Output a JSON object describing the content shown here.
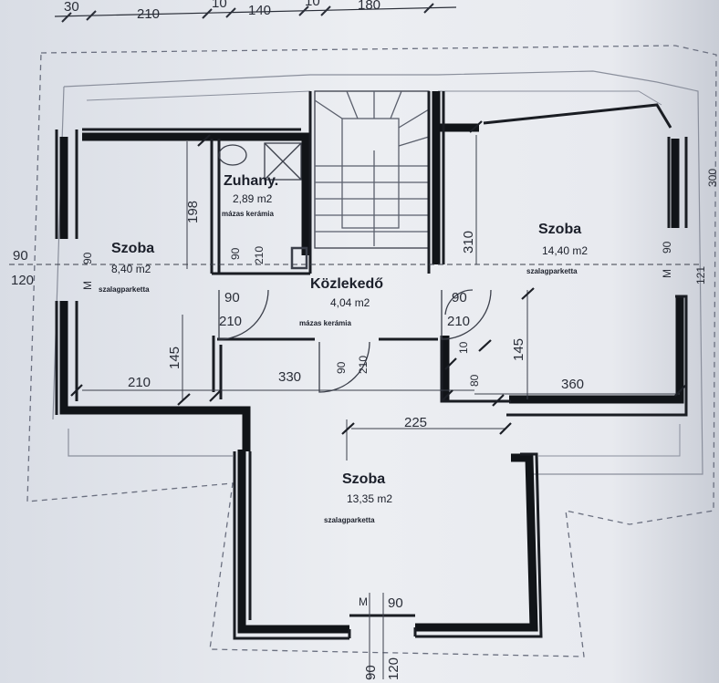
{
  "rooms": {
    "shower": {
      "name": "Zuhany.",
      "area": "2,89 m2",
      "floor": "mázas kerámia"
    },
    "room_left": {
      "name": "Szoba",
      "area": "8,40 m2",
      "floor": "szalagparketta"
    },
    "corridor": {
      "name": "Közlekedő",
      "area": "4,04 m2",
      "floor": "mázas kerámia"
    },
    "room_right": {
      "name": "Szoba",
      "area": "14,40 m2",
      "floor": "szalagparketta"
    },
    "room_bottom": {
      "name": "Szoba",
      "area": "13,35 m2",
      "floor": "szalagparketta"
    }
  },
  "dimensions": {
    "top": [
      "30",
      "210",
      "10",
      "140",
      "10",
      "180"
    ],
    "left_window_1": "90",
    "left_window_2": "120",
    "left_window_3": "90",
    "left_m": "M",
    "shower_height": "198",
    "shower_door_1": "90",
    "shower_door_2": "210",
    "corridor_door_left_1": "90",
    "corridor_door_left_2": "210",
    "stair_height": "310",
    "corridor_door_right_1": "90",
    "corridor_door_right_2": "210",
    "left_room_depth": "145",
    "left_room_width": "210",
    "corridor_width": "330",
    "bottom_door_1": "90",
    "bottom_door_2": "210",
    "right_door_10": "10",
    "right_door_80": "80",
    "right_room_depth": "145",
    "right_room_width": "360",
    "right_window_1": "90",
    "right_window_2": "121",
    "right_m": "M",
    "right_edge": "300",
    "bottom_room_width": "225",
    "bottom_window_m": "M",
    "bottom_window_90": "90",
    "bottom_sill_1": "90",
    "bottom_sill_2": "120"
  }
}
